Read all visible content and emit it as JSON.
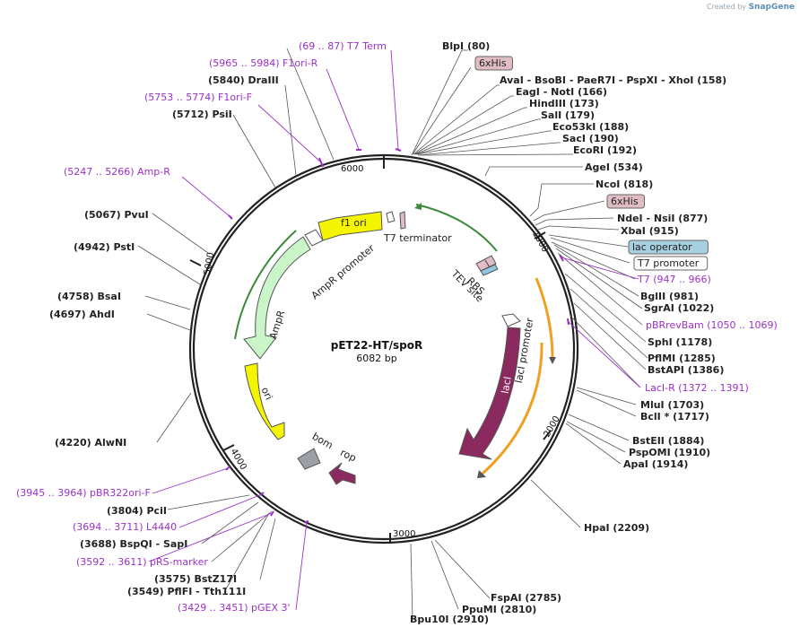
{
  "credit": {
    "prefix": "Created by",
    "brand": "SnapGene"
  },
  "plasmid": {
    "name": "pET22-HT/spoR",
    "size_label": "6082 bp"
  },
  "ticks": [
    "1000",
    "2000",
    "3000",
    "4000",
    "5000",
    "6000"
  ],
  "labels": [
    {
      "id": "t7term_site",
      "type": "purple",
      "text": "(69 .. 87)  T7 Term"
    },
    {
      "id": "blpi",
      "type": "site",
      "text": "BlpI  (80)"
    },
    {
      "id": "f1ori_r",
      "type": "purple",
      "text": "(5965 .. 5984)  F1ori-R"
    },
    {
      "id": "his6_top",
      "type": "pink",
      "text": "6xHis"
    },
    {
      "id": "drai",
      "type": "site",
      "text": "(5840)  DraIII"
    },
    {
      "id": "ava",
      "type": "site",
      "text": "AvaI  - BsoBI  - PaeR7I  - PspXI  - XhoI  (158)"
    },
    {
      "id": "f1ori_f",
      "type": "purple",
      "text": "(5753 .. 5774)  F1ori-F"
    },
    {
      "id": "eagi",
      "type": "site",
      "text": "EagI  - NotI  (166)"
    },
    {
      "id": "psii",
      "type": "site",
      "text": "(5712)  PsiI"
    },
    {
      "id": "hindiii",
      "type": "site",
      "text": "HindIII  (173)"
    },
    {
      "id": "sali",
      "type": "site",
      "text": "SalI  (179)"
    },
    {
      "id": "eco53ki",
      "type": "site",
      "text": "Eco53kI  (188)"
    },
    {
      "id": "saci",
      "type": "site",
      "text": "SacI  (190)"
    },
    {
      "id": "ecori",
      "type": "site",
      "text": "EcoRI  (192)"
    },
    {
      "id": "ampr_site",
      "type": "purple",
      "text": "(5247 .. 5266)  Amp-R"
    },
    {
      "id": "agei",
      "type": "site",
      "text": "AgeI  (534)"
    },
    {
      "id": "ncoi",
      "type": "site",
      "text": "NcoI  (818)"
    },
    {
      "id": "his6_mid",
      "type": "pink",
      "text": "6xHis"
    },
    {
      "id": "pvui",
      "type": "site",
      "text": "(5067)  PvuI"
    },
    {
      "id": "ndei",
      "type": "site",
      "text": "NdeI  - NsiI  (877)"
    },
    {
      "id": "xbai",
      "type": "site",
      "text": "XbaI  (915)"
    },
    {
      "id": "psti",
      "type": "site",
      "text": "(4942)  PstI"
    },
    {
      "id": "lacop",
      "type": "blue",
      "text": "lac operator"
    },
    {
      "id": "t7prom",
      "type": "white",
      "text": "T7 promoter"
    },
    {
      "id": "t7_site",
      "type": "purple",
      "text": "T7  (947 .. 966)"
    },
    {
      "id": "bglii",
      "type": "site",
      "text": "BglII  (981)"
    },
    {
      "id": "bsai",
      "type": "site",
      "text": "(4758)  BsaI"
    },
    {
      "id": "sgrai",
      "type": "site",
      "text": "SgrAI  (1022)"
    },
    {
      "id": "ahdi",
      "type": "site",
      "text": "(4697)  AhdI"
    },
    {
      "id": "pbrrev",
      "type": "purple",
      "text": "pBRrevBam  (1050 .. 1069)"
    },
    {
      "id": "sphi",
      "type": "site",
      "text": "SphI  (1178)"
    },
    {
      "id": "pflmi",
      "type": "site",
      "text": "PflMI  (1285)"
    },
    {
      "id": "bstapi",
      "type": "site",
      "text": "BstAPI  (1386)"
    },
    {
      "id": "lacir",
      "type": "purple",
      "text": "LacI-R  (1372 .. 1391)"
    },
    {
      "id": "mlui",
      "type": "site",
      "text": "MluI  (1703)"
    },
    {
      "id": "bcli",
      "type": "site",
      "text": "BclI *  (1717)"
    },
    {
      "id": "alwni",
      "type": "site",
      "text": "(4220)  AlwNI"
    },
    {
      "id": "bsteii",
      "type": "site",
      "text": "BstEII  (1884)"
    },
    {
      "id": "pspomi",
      "type": "site",
      "text": "PspOMI  (1910)"
    },
    {
      "id": "apai",
      "type": "site",
      "text": "ApaI  (1914)"
    },
    {
      "id": "pbr322",
      "type": "purple",
      "text": "(3945 .. 3964)  pBR322ori-F"
    },
    {
      "id": "pcii",
      "type": "site",
      "text": "(3804)  PciI"
    },
    {
      "id": "hpai",
      "type": "site",
      "text": "HpaI  (2209)"
    },
    {
      "id": "l4440",
      "type": "purple",
      "text": "(3694 .. 3711)  L4440"
    },
    {
      "id": "bspqi",
      "type": "site",
      "text": "(3688)  BspQI  - SapI"
    },
    {
      "id": "prs",
      "type": "purple",
      "text": "(3592 .. 3611)  pRS-marker"
    },
    {
      "id": "bstz17i",
      "type": "site",
      "text": "(3575)  BstZ17I"
    },
    {
      "id": "pflfi",
      "type": "site",
      "text": "(3549)  PflFI  - Tth111I"
    },
    {
      "id": "fspai",
      "type": "site",
      "text": "FspAI  (2785)"
    },
    {
      "id": "ppumi",
      "type": "site",
      "text": "PpuMI  (2810)"
    },
    {
      "id": "pgex",
      "type": "purple",
      "text": "(3429 .. 3451)  pGEX 3'"
    },
    {
      "id": "bpu10i",
      "type": "site",
      "text": "Bpu10I  (2910)"
    }
  ],
  "features": [
    {
      "id": "t7_terminator",
      "text": "T7 terminator"
    },
    {
      "id": "f1_ori",
      "text": "f1 ori"
    },
    {
      "id": "ampr_promoter",
      "text": "AmpR promoter"
    },
    {
      "id": "ampr",
      "text": "AmpR"
    },
    {
      "id": "ori",
      "text": "ori"
    },
    {
      "id": "bom",
      "text": "bom"
    },
    {
      "id": "rop",
      "text": "rop"
    },
    {
      "id": "laci_promoter",
      "text": "lacI promoter"
    },
    {
      "id": "laci",
      "text": "lacI"
    },
    {
      "id": "rbs",
      "text": "RBS"
    },
    {
      "id": "tev_site",
      "text": "TEV site"
    }
  ],
  "colors": {
    "purple": "#9b30c8",
    "pink_bg": "#e0bcc4",
    "blue_bg": "#a6cfe0",
    "yellow": "#f5f500",
    "ampr_green": "#c9f5c9",
    "green_line": "#3a8a3a",
    "maroon": "#8b2a5e",
    "orange": "#f0a020",
    "gray": "#9aa0a6"
  }
}
